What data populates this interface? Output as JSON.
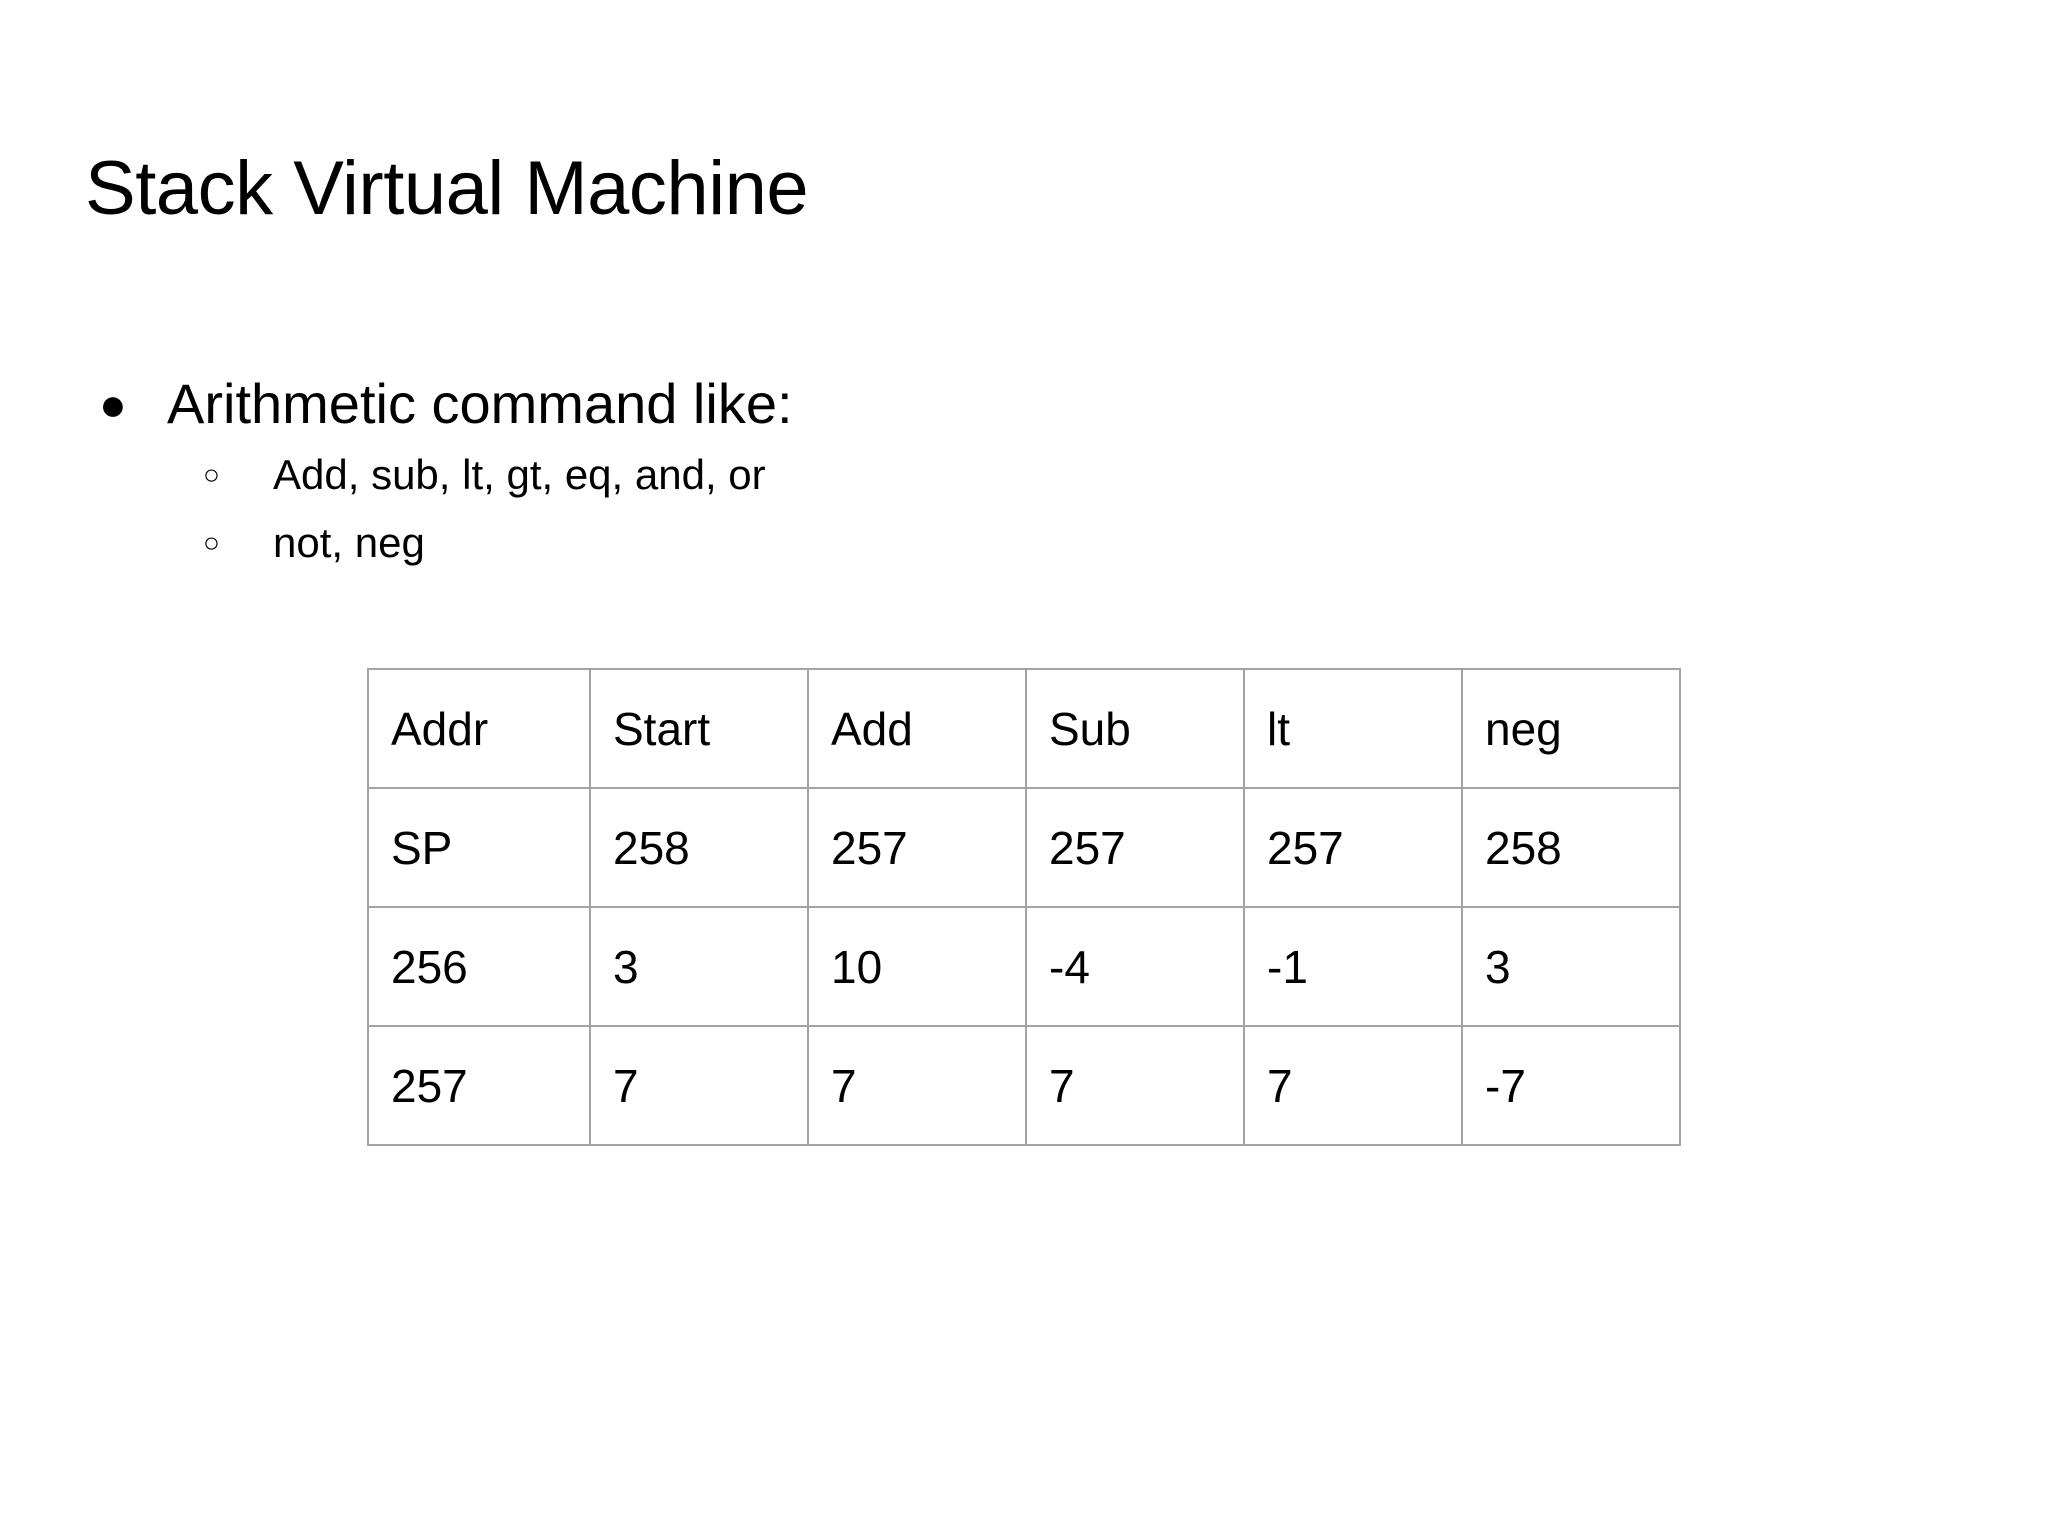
{
  "slide": {
    "title": "Stack Virtual Machine",
    "bullets": [
      {
        "marker": "●",
        "text": "Arithmetic command like:",
        "sub_marker": "○",
        "sub_items": [
          "Add, sub, lt, gt, eq, and, or",
          "not, neg"
        ]
      }
    ]
  },
  "chart_data": {
    "type": "table",
    "title": "",
    "columns": [
      "Addr",
      "Start",
      "Add",
      "Sub",
      "lt",
      "neg"
    ],
    "rows": [
      [
        "SP",
        "258",
        "257",
        "257",
        "257",
        "258"
      ],
      [
        "256",
        "3",
        "10",
        "-4",
        "-1",
        "3"
      ],
      [
        "257",
        "7",
        "7",
        "7",
        "7",
        "-7"
      ]
    ]
  },
  "style": {
    "background": "#ffffff",
    "text_color": "#000000",
    "table_border_color": "#a3a3a3"
  }
}
